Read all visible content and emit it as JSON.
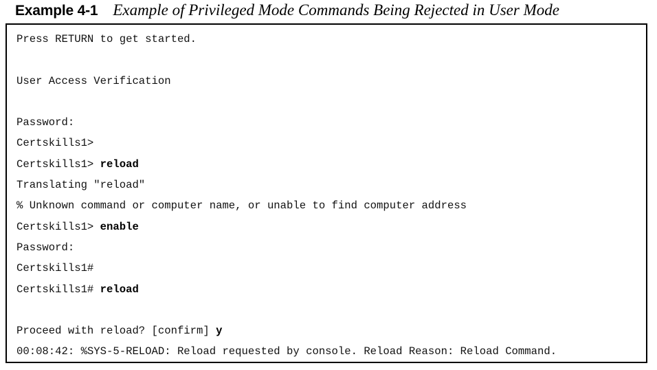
{
  "caption": {
    "label": "Example 4-1",
    "title": "Example of Privileged Mode Commands Being Rejected in User Mode"
  },
  "lines": [
    {
      "text": "Press RETURN to get started.",
      "cmd": ""
    },
    {
      "text": "",
      "cmd": ""
    },
    {
      "text": "User Access Verification",
      "cmd": ""
    },
    {
      "text": "",
      "cmd": ""
    },
    {
      "text": "Password:",
      "cmd": ""
    },
    {
      "text": "Certskills1>",
      "cmd": ""
    },
    {
      "text": "Certskills1> ",
      "cmd": "reload"
    },
    {
      "text": "Translating \"reload\"",
      "cmd": ""
    },
    {
      "text": "% Unknown command or computer name, or unable to find computer address",
      "cmd": ""
    },
    {
      "text": "Certskills1> ",
      "cmd": "enable"
    },
    {
      "text": "Password:",
      "cmd": ""
    },
    {
      "text": "Certskills1#",
      "cmd": ""
    },
    {
      "text": "Certskills1# ",
      "cmd": "reload"
    },
    {
      "text": "",
      "cmd": ""
    },
    {
      "text": "Proceed with reload? [confirm] ",
      "cmd": "y"
    },
    {
      "text": "00:08:42: %SYS-5-RELOAD: Reload requested by console. Reload Reason: Reload Command.",
      "cmd": ""
    }
  ]
}
